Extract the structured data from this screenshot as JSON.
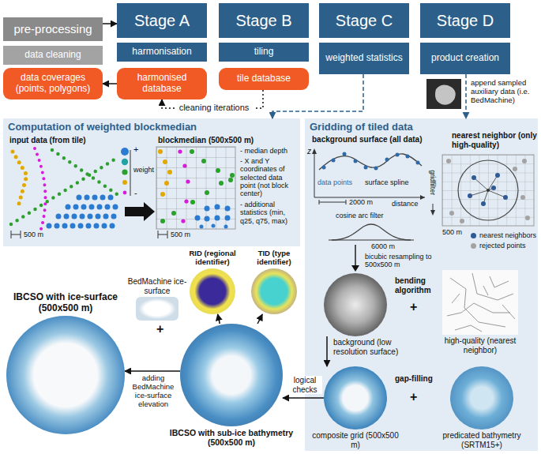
{
  "diagram": {
    "nodes": [
      {
        "text": [
          "pre-processing"
        ]
      },
      {
        "text": [
          "data cleaning"
        ]
      },
      {
        "text": [
          "Stage A"
        ]
      },
      {
        "text": [
          "Stage B"
        ]
      },
      {
        "text": [
          "Stage C"
        ]
      },
      {
        "text": [
          "Stage D"
        ]
      },
      {
        "text": [
          "harmonisation"
        ]
      },
      {
        "text": [
          "tiling"
        ]
      },
      {
        "text": [
          "weighted statistics"
        ]
      },
      {
        "text": [
          "product creation"
        ]
      },
      {
        "text": [
          "harmonised database"
        ]
      },
      {
        "text": [
          "tile database"
        ]
      },
      {
        "text": [
          "data coverages (points, polygons)"
        ]
      },
      {
        "text": [
          "Computation of weighted blockmedian"
        ]
      },
      {
        "text": [
          "Gridding of tiled data"
        ]
      },
      {
        "text": [
          "background (low resolution surface)"
        ],
        "in": 14
      },
      {
        "text": [
          "high-quality (nearest neighbor)"
        ],
        "in": 14
      },
      {
        "text": [
          "composite grid (500x500 m)"
        ],
        "in": 14
      },
      {
        "text": [
          "predicated bathymetry (SRTM15+)"
        ],
        "in": 14
      },
      {
        "text": [
          "IBCSO with sub-ice bathymetry (500x500 m)"
        ]
      },
      {
        "text": [
          "IBCSO with ice-surface (500x500 m)"
        ]
      },
      {
        "text": [
          "BedMachine ice-surface"
        ]
      },
      {
        "text": [
          "RID (regional identifier)"
        ]
      },
      {
        "text": [
          "TID (type identifier)"
        ]
      }
    ],
    "edges": [
      {
        "from": 0,
        "to": 2,
        "arrow": "to"
      },
      {
        "from": 10,
        "to": 12,
        "arrow": "to"
      },
      {
        "from": 11,
        "to": 10,
        "label": "cleaning iterations",
        "arrow": "to"
      },
      {
        "from": 8,
        "to": 13,
        "arrow": "to"
      },
      {
        "from": 9,
        "to": 14,
        "arrow": "to"
      },
      {
        "from": 15,
        "to": 17,
        "arrow": "to"
      },
      {
        "from": 17,
        "to": 19,
        "label": "logical checks",
        "arrow": "to"
      },
      {
        "from": 19,
        "to": 22,
        "arrow": "to"
      },
      {
        "from": 19,
        "to": 23,
        "arrow": "to"
      },
      {
        "from": 19,
        "to": 20,
        "label": "adding BedMachine ice-surface elevation",
        "arrow": "to"
      }
    ],
    "labels": [
      "append sampled auxiliary data (i.e. BedMachine)",
      "input data (from tile)",
      "weight",
      "+",
      "-",
      "500 m",
      "blockmedian (500x500 m)",
      "- median depth",
      "- X and Y coordinates of selected data point (not block center)",
      "- additional statistics (min, q25, q75, max)",
      "500 m",
      "background surface (all data)",
      "z",
      "data points",
      "surface spline",
      "2000 m",
      "distance",
      "gridfilter",
      "cosine arc filter",
      "6000 m",
      "nearest neighbor (only high-quality)",
      "500 m",
      "bicubic resampling to 500x500 m",
      "bending algorithm",
      "+",
      "gap-filling",
      "+",
      "+"
    ],
    "legend": [
      {
        "text": "nearest neighbors",
        "color": "#2f5a95"
      },
      {
        "text": "rejected points",
        "color": "#a3a3a3"
      }
    ]
  }
}
